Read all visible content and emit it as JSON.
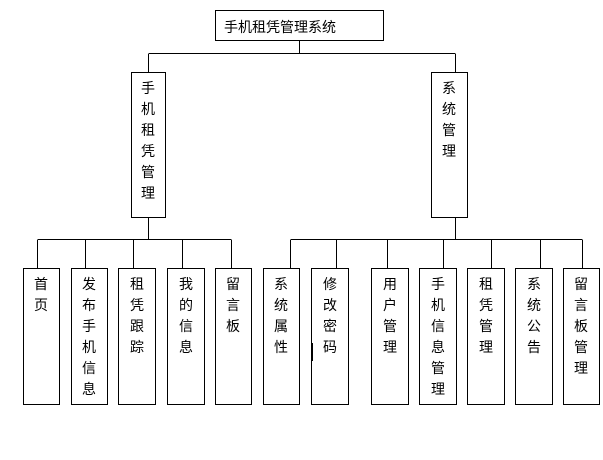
{
  "root": {
    "label": "手机租凭管理系统"
  },
  "branches": [
    {
      "label": "手机租凭管理",
      "children": [
        "首页",
        "发布手机信息",
        "租凭跟踪",
        "我的信息",
        "留言板"
      ]
    },
    {
      "label": "系统管理",
      "children": [
        "系统属性",
        "修改密码",
        "用户管理",
        "手机信息管理",
        "租凭管理",
        "系统公告",
        "留言板管理"
      ]
    }
  ]
}
